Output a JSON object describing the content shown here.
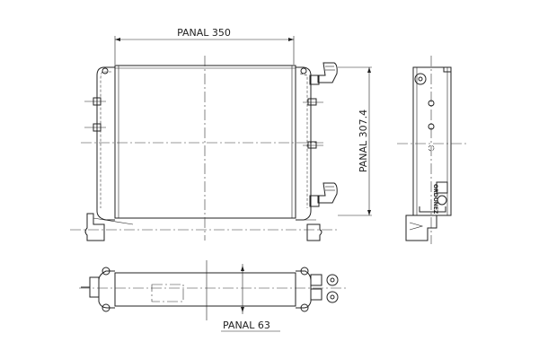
{
  "dimensions": {
    "width_label": "PANAL 350",
    "height_label": "PANAL 307.4",
    "depth_label": "PANAL 63"
  },
  "brand_mark": "ORDONEZ"
}
